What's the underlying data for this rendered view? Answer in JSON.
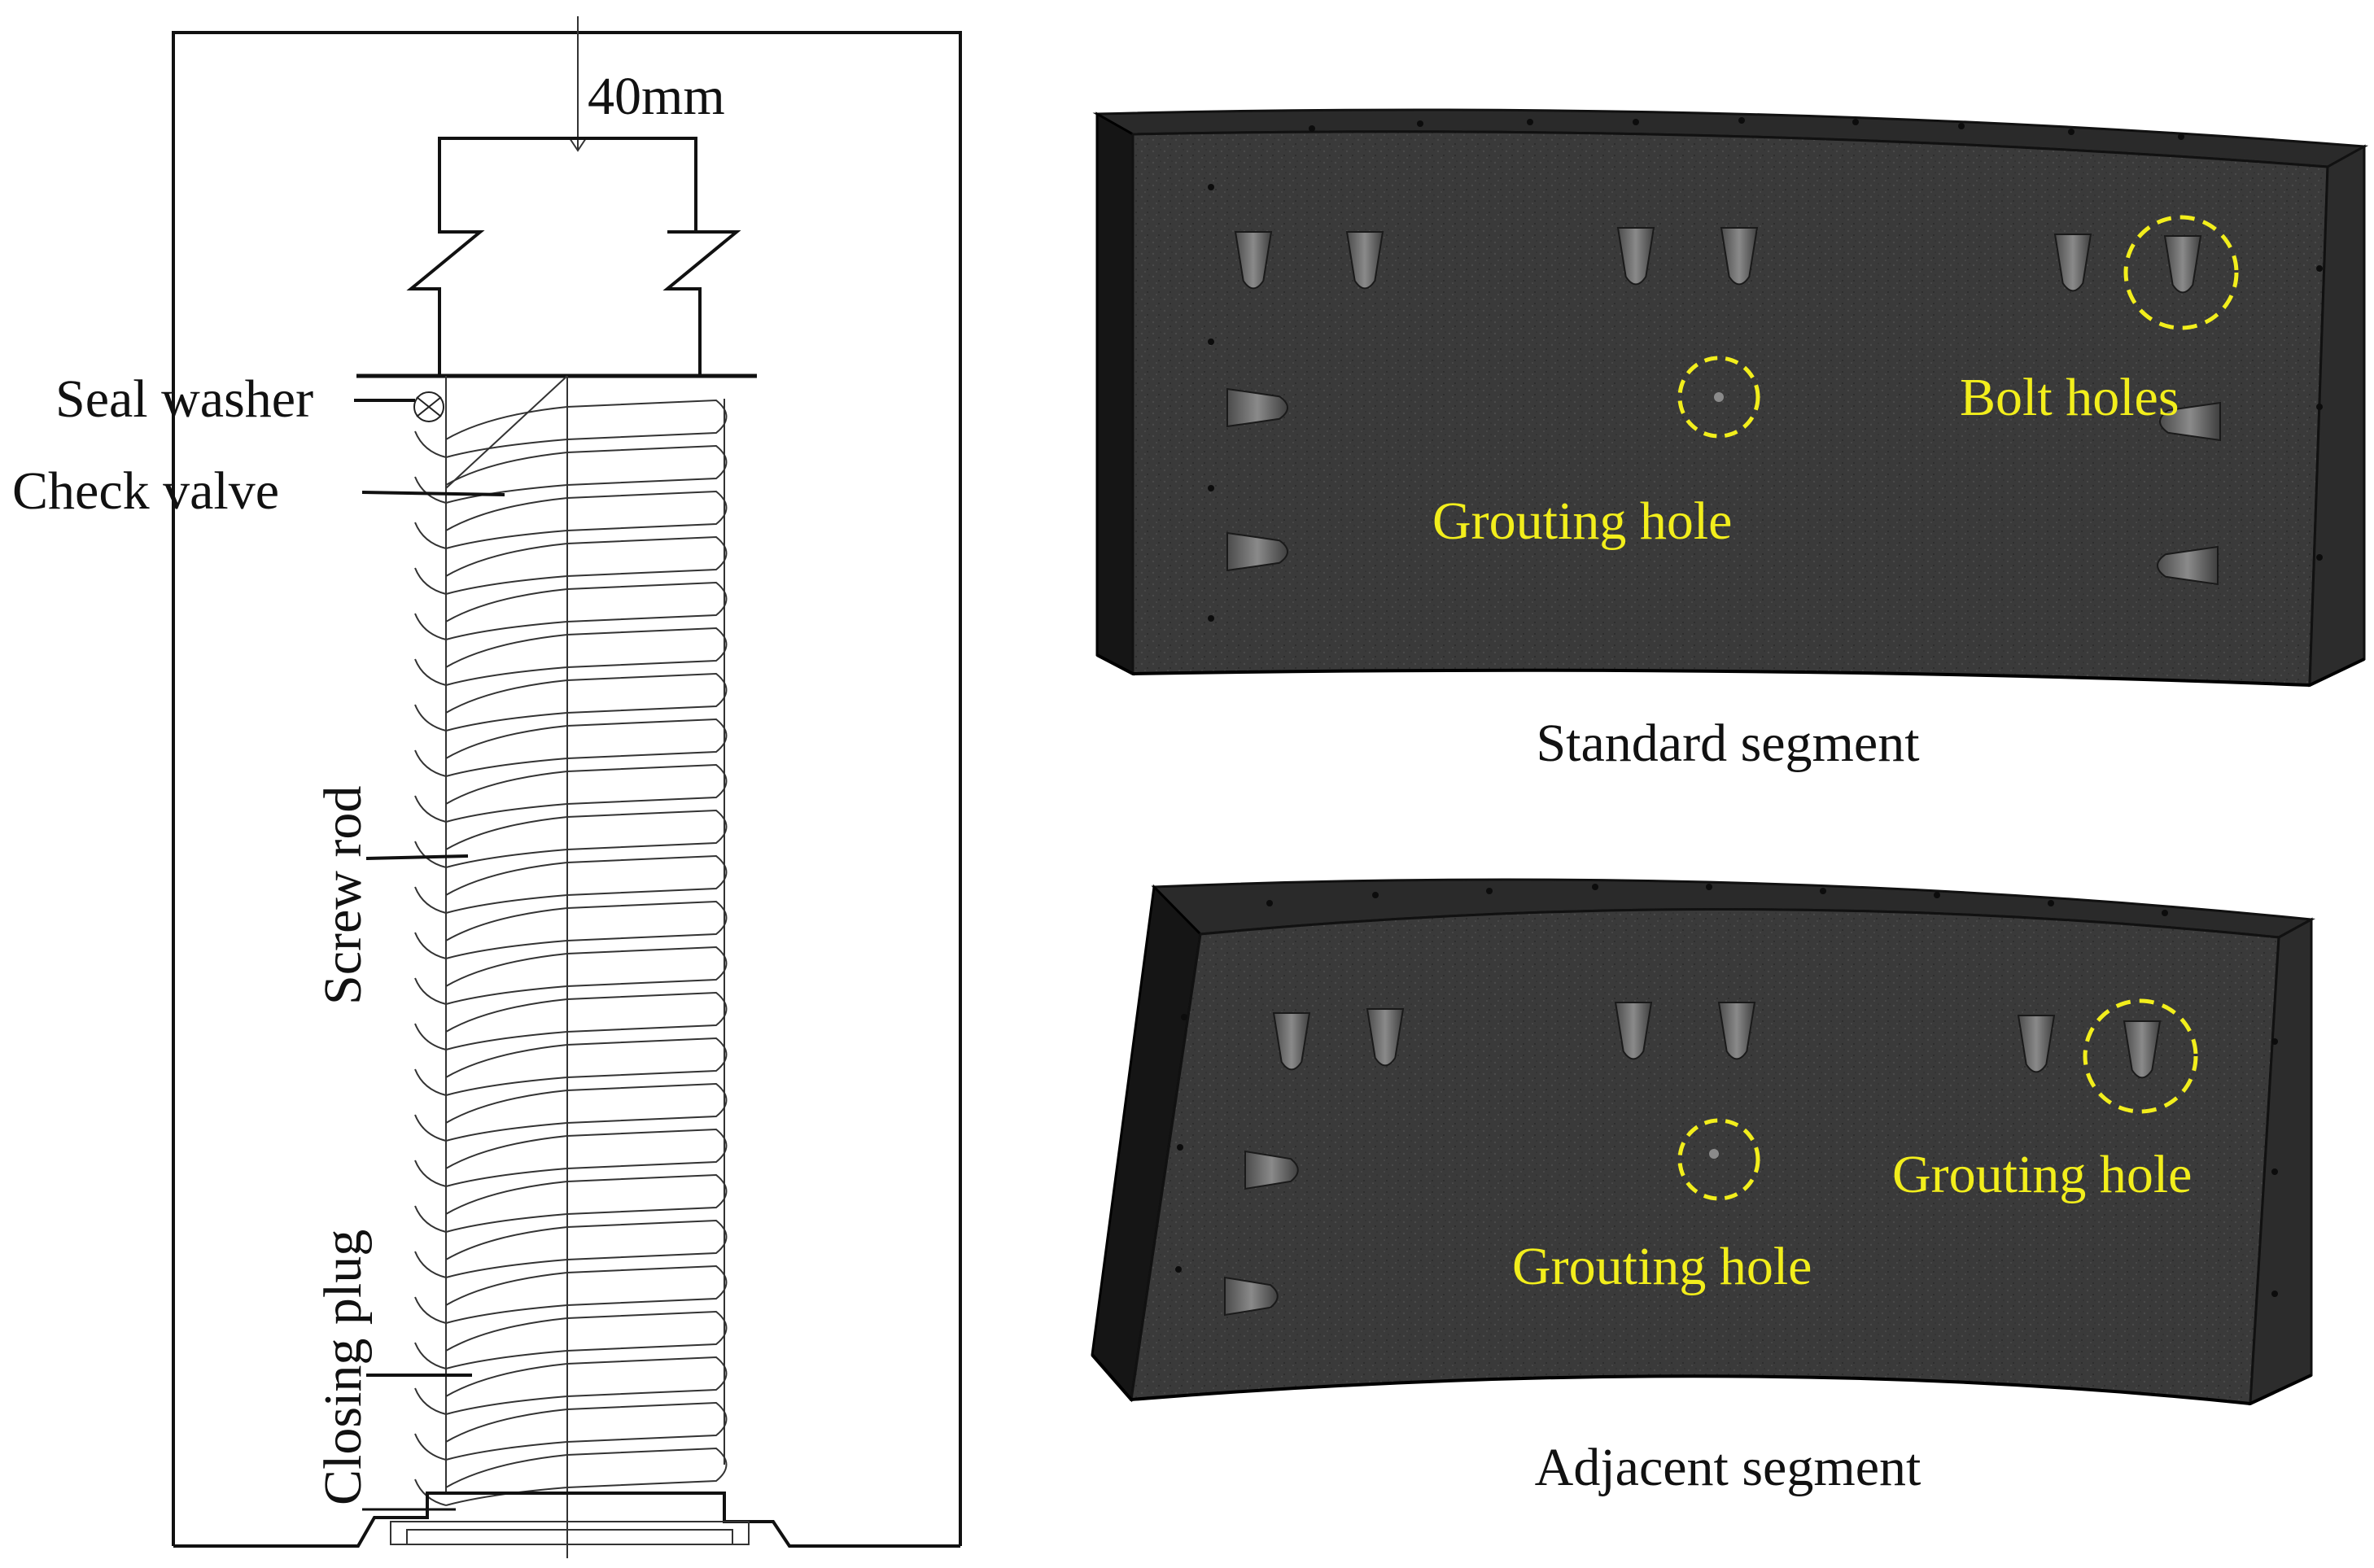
{
  "colors": {
    "annotation": "#f2ee1c",
    "segment_face": "#3b3b3b",
    "segment_edge": "#111111",
    "hole": "#6a6a6a",
    "line": "#111111"
  },
  "left_diagram": {
    "dimension": "40mm",
    "labels": {
      "seal_washer": "Seal washer",
      "check_valve": "Check valve",
      "screw_rod": "Screw rod",
      "closing_plug": "Closing plug"
    }
  },
  "standard_segment": {
    "caption": "Standard segment",
    "labels": {
      "grouting_hole": "Grouting hole",
      "bolt_holes": "Bolt holes"
    }
  },
  "adjacent_segment": {
    "caption": "Adjacent segment",
    "labels": {
      "grouting_hole_center": "Grouting hole",
      "grouting_hole_right": "Grouting hole"
    }
  }
}
